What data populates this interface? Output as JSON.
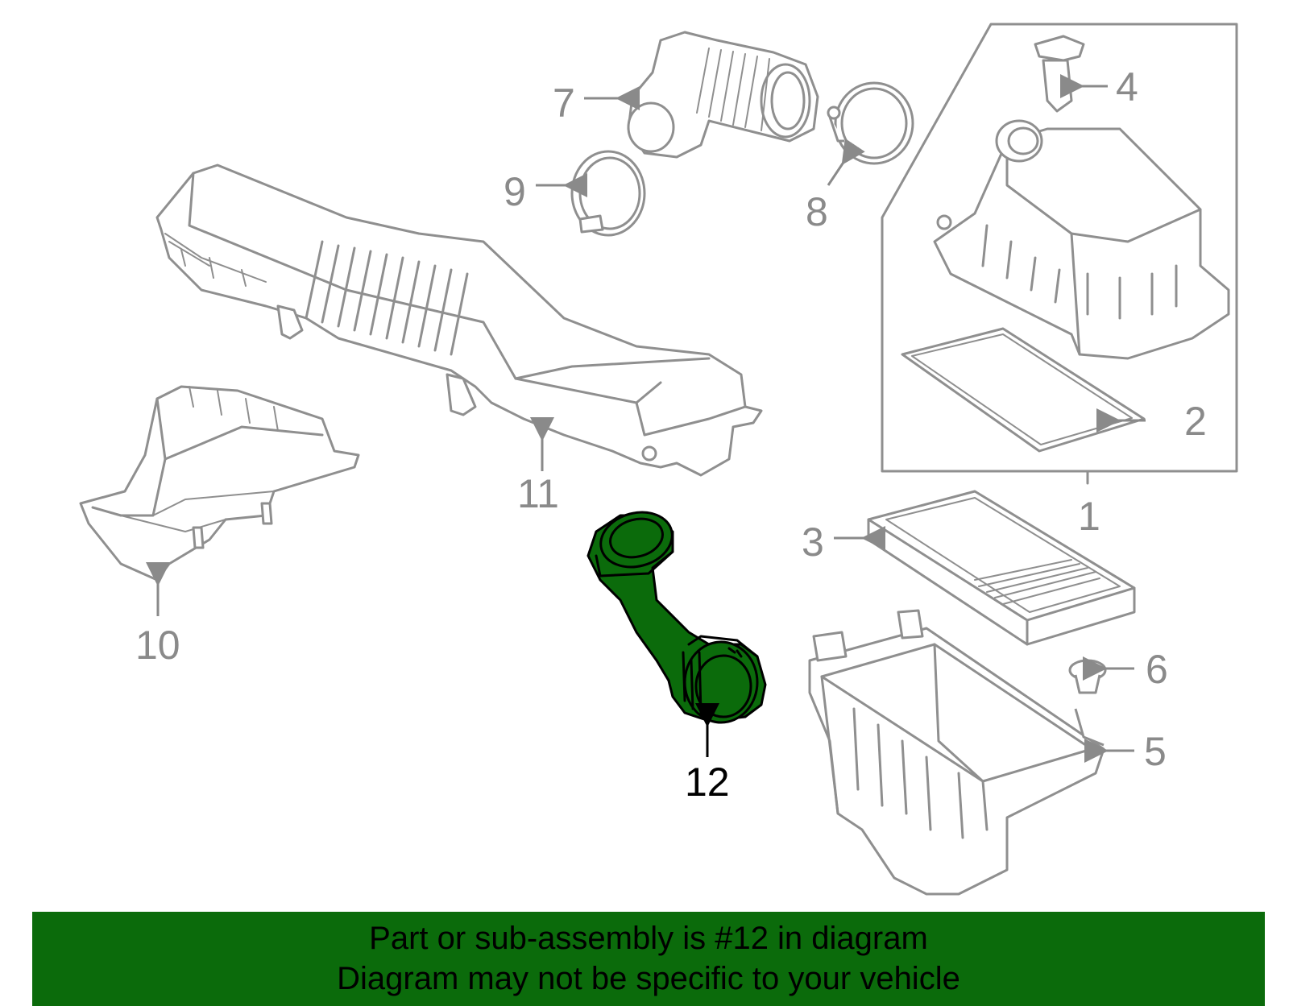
{
  "callouts": {
    "c1": "1",
    "c2": "2",
    "c3": "3",
    "c4": "4",
    "c5": "5",
    "c6": "6",
    "c7": "7",
    "c8": "8",
    "c9": "9",
    "c10": "10",
    "c11": "11",
    "c12": "12"
  },
  "banner": {
    "line1": "Part or sub-assembly is #12 in diagram",
    "line2": "Diagram may not be specific to your vehicle"
  },
  "colors": {
    "highlight": "#0b6b0b",
    "line_art": "#8f8f8f",
    "banner_bg": "#0b6b0b"
  },
  "highlighted_part": "12"
}
